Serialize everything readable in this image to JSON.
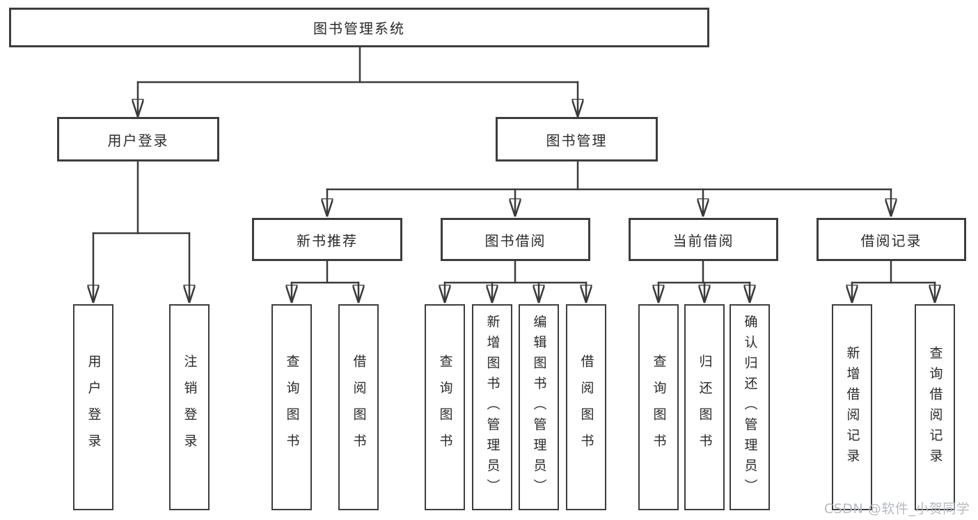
{
  "tree": {
    "label": "图书管理系统",
    "children": [
      {
        "label": "用户登录",
        "children": [
          {
            "label": "用户登录"
          },
          {
            "label": "注销登录"
          }
        ]
      },
      {
        "label": "图书管理",
        "children": [
          {
            "label": "新书推荐",
            "children": [
              {
                "label": "查询图书"
              },
              {
                "label": "借阅图书"
              }
            ]
          },
          {
            "label": "图书借阅",
            "children": [
              {
                "label": "查询图书"
              },
              {
                "label": "新增图书（管理员）"
              },
              {
                "label": "编辑图书（管理员）"
              },
              {
                "label": "借阅图书"
              }
            ]
          },
          {
            "label": "当前借阅",
            "children": [
              {
                "label": "查询图书"
              },
              {
                "label": "归还图书"
              },
              {
                "label": "确认归还（管理员）"
              }
            ]
          },
          {
            "label": "借阅记录",
            "children": [
              {
                "label": "新增借阅记录"
              },
              {
                "label": "查询借阅记录"
              }
            ]
          }
        ]
      }
    ]
  },
  "watermark": "CSDN @软件_小贺同学",
  "colors": {
    "background": "#ffffff",
    "line": "#3a3a3a",
    "box_border": "#3d3d3d",
    "text": "#2a2a2a",
    "watermark": "#b5bac0"
  }
}
